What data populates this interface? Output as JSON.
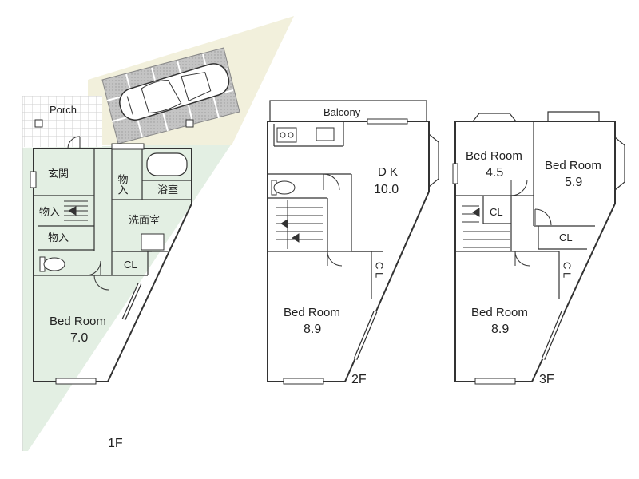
{
  "colors": {
    "lot_green": "#e3efe3",
    "parking_beige": "#f2f0dc",
    "porch_grid": "#cfcfcf",
    "paving": "#bdbdbd",
    "wall": "#333333"
  },
  "floor1": {
    "porch": "Porch",
    "genkan": "玄関",
    "storage_a": "物入",
    "storage_b": "物入",
    "storage_c": "物入",
    "bath": "浴室",
    "washroom": "洗面室",
    "closet": "CL",
    "bedroom_name": "Bed Room",
    "bedroom_size": "7.0",
    "floor_label": "1F"
  },
  "floor2": {
    "balcony": "Balcony",
    "dk_name": "D K",
    "dk_size": "10.0",
    "bedroom_name": "Bed Room",
    "bedroom_size": "8.9",
    "closet": "C L",
    "floor_label": "2F"
  },
  "floor3": {
    "bedroom_a_name": "Bed Room",
    "bedroom_a_size": "4.5",
    "bedroom_b_name": "Bed Room",
    "bedroom_b_size": "5.9",
    "bedroom_c_name": "Bed Room",
    "bedroom_c_size": "8.9",
    "closet_small": "CL",
    "closet_wide": "CL",
    "closet_side": "C L",
    "floor_label": "3F"
  }
}
